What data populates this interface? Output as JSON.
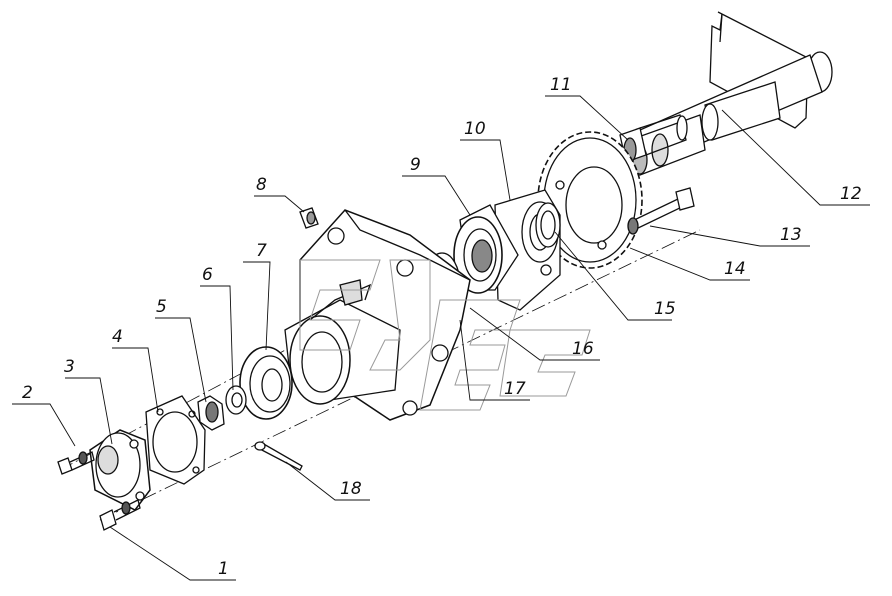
{
  "diagram": {
    "callouts": [
      {
        "id": "1",
        "text": "1"
      },
      {
        "id": "2",
        "text": "2"
      },
      {
        "id": "3",
        "text": "3"
      },
      {
        "id": "4",
        "text": "4"
      },
      {
        "id": "5",
        "text": "5"
      },
      {
        "id": "6",
        "text": "6"
      },
      {
        "id": "7",
        "text": "7"
      },
      {
        "id": "8",
        "text": "8"
      },
      {
        "id": "9",
        "text": "9"
      },
      {
        "id": "10",
        "text": "10"
      },
      {
        "id": "11",
        "text": "11"
      },
      {
        "id": "12",
        "text": "12"
      },
      {
        "id": "13",
        "text": "13"
      },
      {
        "id": "14",
        "text": "14"
      },
      {
        "id": "15",
        "text": "15"
      },
      {
        "id": "16",
        "text": "16"
      },
      {
        "id": "17",
        "text": "17"
      },
      {
        "id": "18",
        "text": "18"
      }
    ]
  },
  "colors": {
    "line": "#111111",
    "fill": "#ffffff",
    "shade": "#cfcfcf",
    "dark": "#555555"
  }
}
